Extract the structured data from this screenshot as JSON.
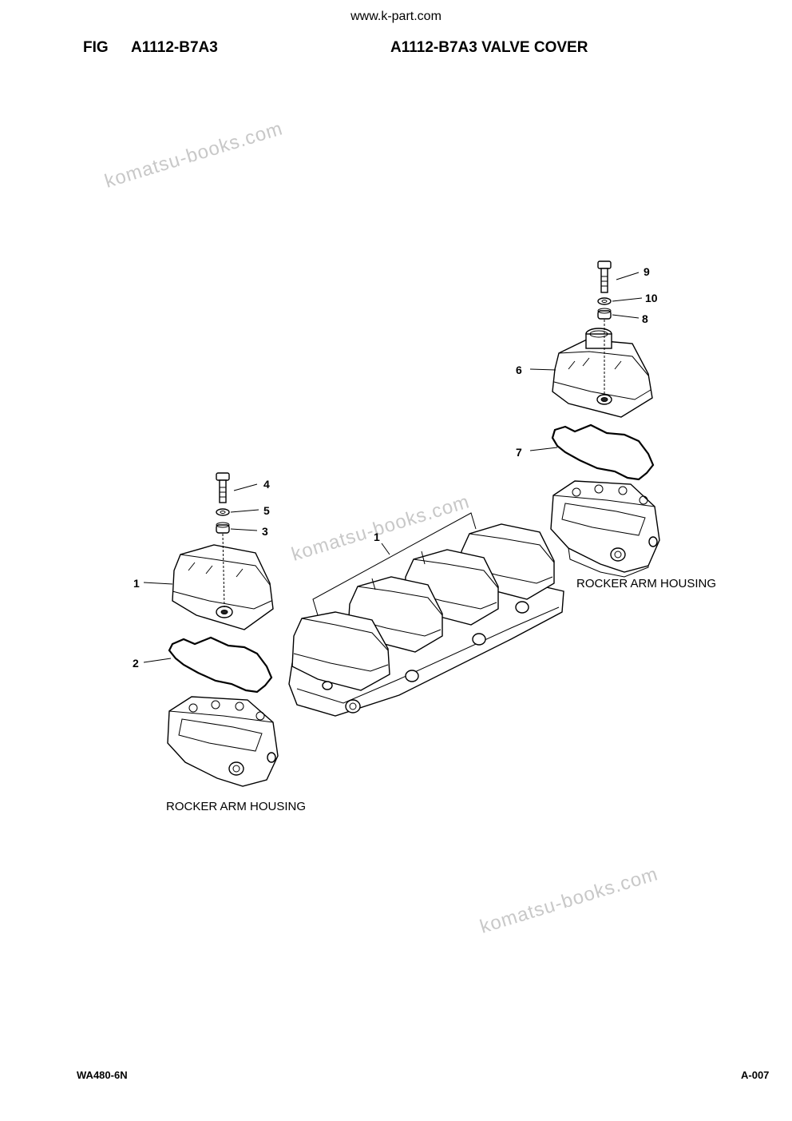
{
  "header": {
    "site": "www.k-part.com",
    "fig_label": "FIG",
    "fig_code": "A1112-B7A3",
    "fig_title": "A1112-B7A3 VALVE COVER"
  },
  "watermark": "komatsu-books.com",
  "callouts": {
    "c1_left": "1",
    "c1_center": "1",
    "c2": "2",
    "c3": "3",
    "c4": "4",
    "c5": "5",
    "c6": "6",
    "c7": "7",
    "c8": "8",
    "c9": "9",
    "c10": "10"
  },
  "captions": {
    "rocker_left": "ROCKER ARM HOUSING",
    "rocker_right": "ROCKER ARM HOUSING"
  },
  "footer": {
    "model": "WA480-6N",
    "page": "A-007"
  }
}
